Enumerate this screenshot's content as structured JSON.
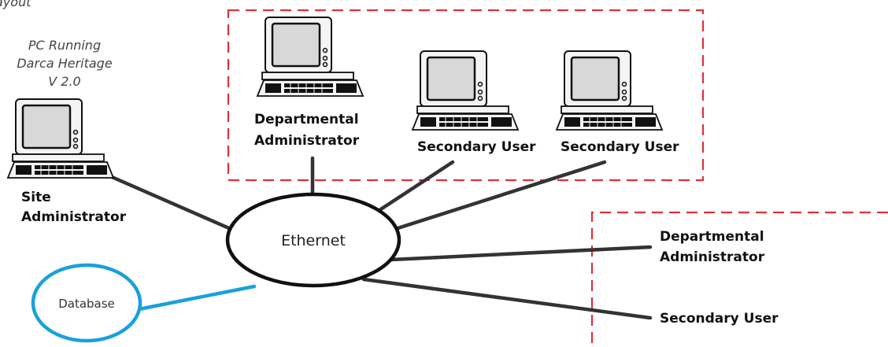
{
  "heading_fragment": "ayout",
  "pc_caption": [
    "PC Running",
    "Darca Heritage",
    "V 2.0"
  ],
  "nodes": {
    "site_admin": [
      "Site",
      "Administrator"
    ],
    "dept_admin_top": [
      "Departmental",
      "Administrator"
    ],
    "secondary_user_1": "Secondary User",
    "secondary_user_2": "Secondary User",
    "dept_admin_right": [
      "Departmental",
      "Administrator"
    ],
    "secondary_user_right": "Secondary User"
  },
  "hub": "Ethernet",
  "database": "Database",
  "colors": {
    "group_border": "#e0303a",
    "database_link": "#1aa0dc",
    "link": "#333333"
  }
}
